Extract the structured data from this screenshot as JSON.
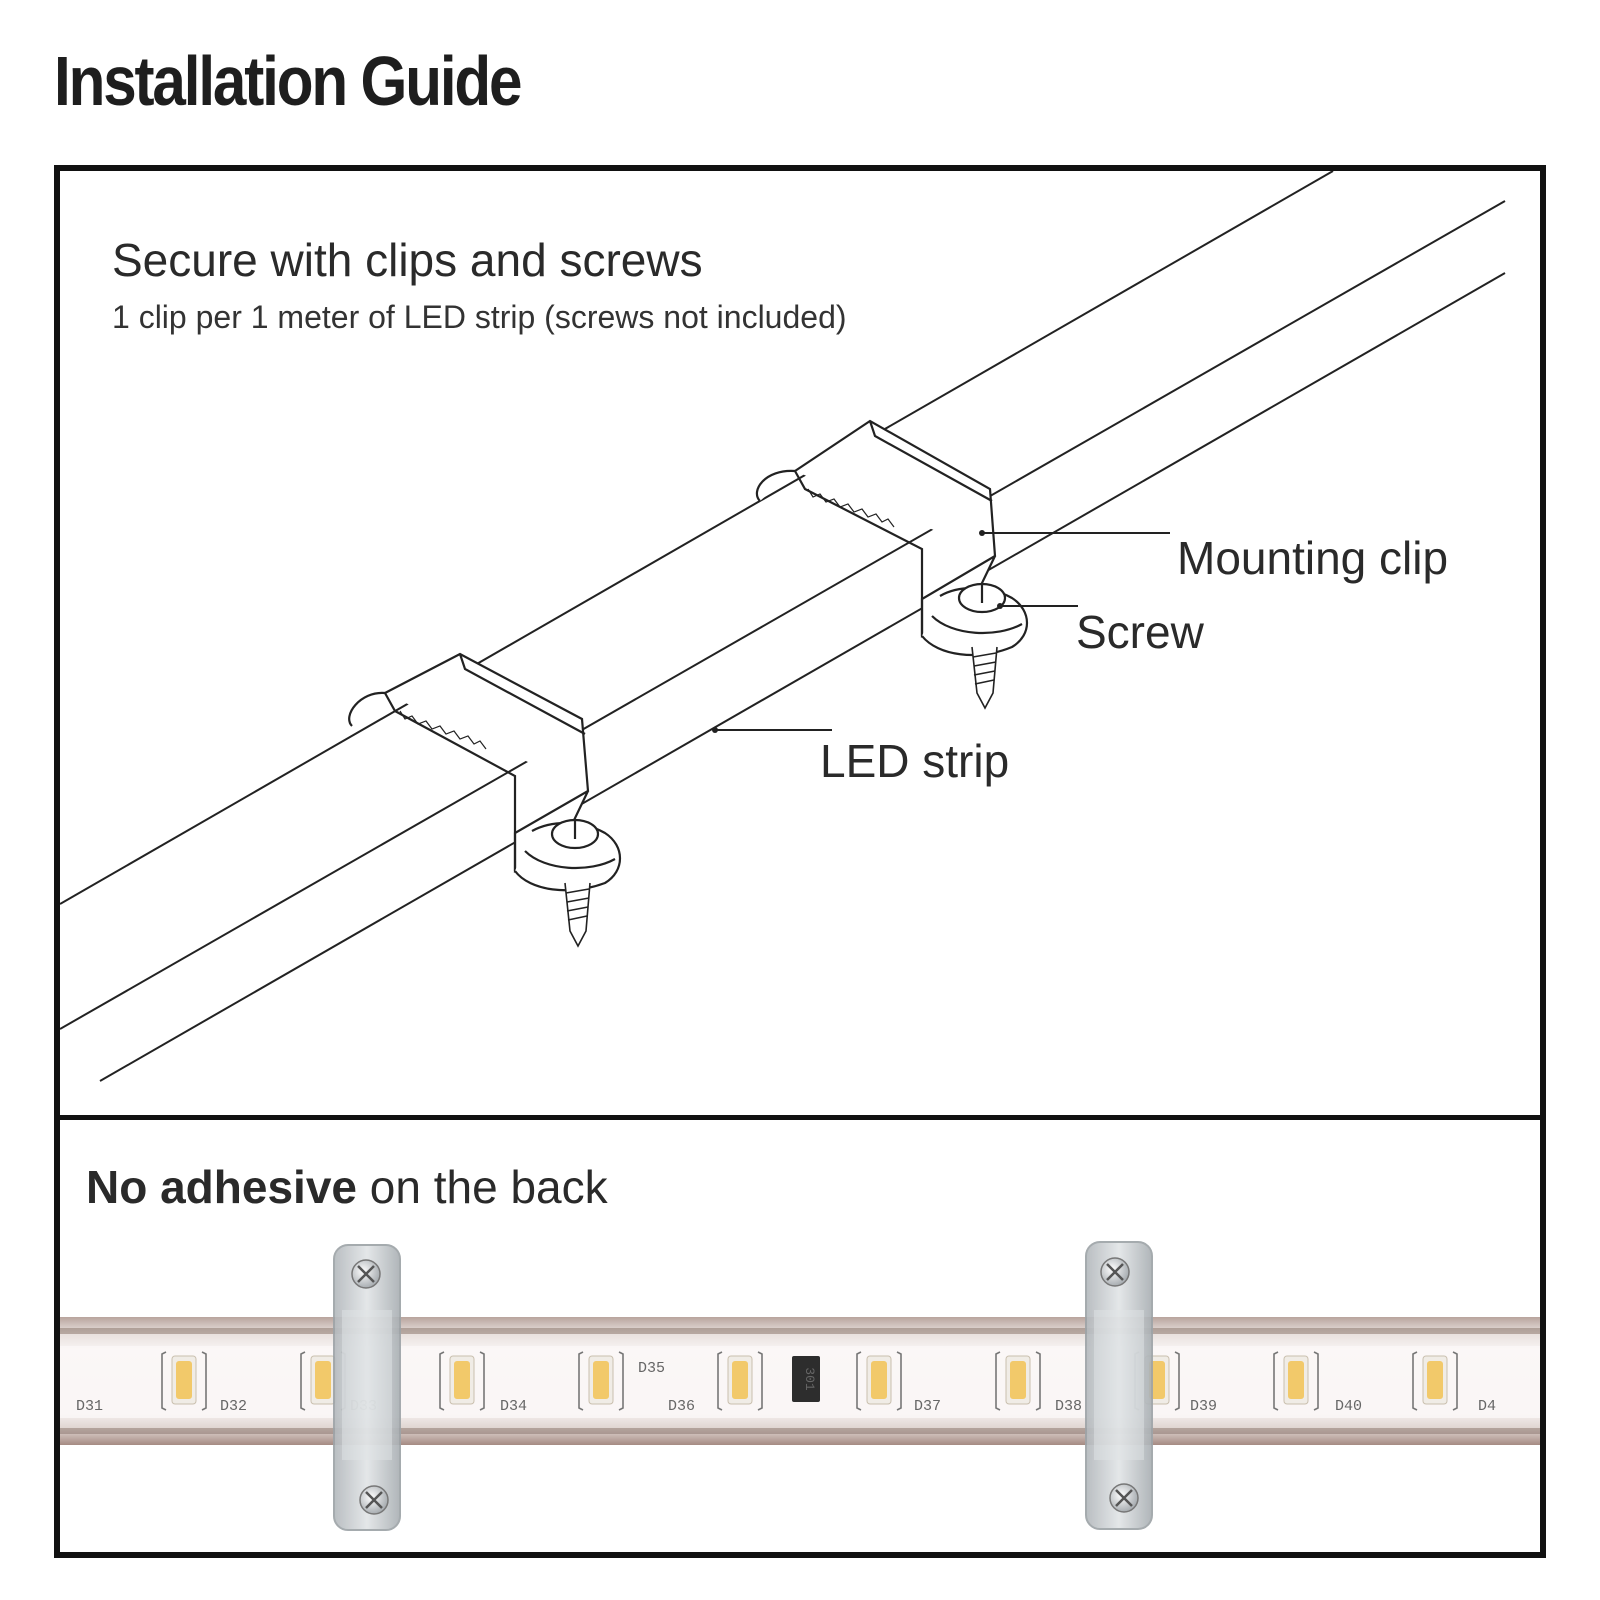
{
  "title": "Installation Guide",
  "top_panel": {
    "heading": "Secure with clips and screws",
    "subheading": "1 clip per 1 meter of LED strip (screws not included)",
    "callouts": {
      "mounting_clip": "Mounting clip",
      "screw": "Screw",
      "led_strip": "LED strip"
    }
  },
  "bottom_panel": {
    "heading_bold": "No adhesive",
    "heading_rest": " on the back",
    "strip_markings": [
      "D31",
      "D32",
      "D33",
      "D34",
      "D35",
      "D36",
      "D37",
      "D38",
      "D39",
      "D40",
      "D4"
    ],
    "resistor_code": "301",
    "colors": {
      "led_chip": "#f2c96a",
      "strip_edge": "#a88e86",
      "strip_body": "#f4eeec",
      "clip": "#c9cdd0"
    }
  }
}
